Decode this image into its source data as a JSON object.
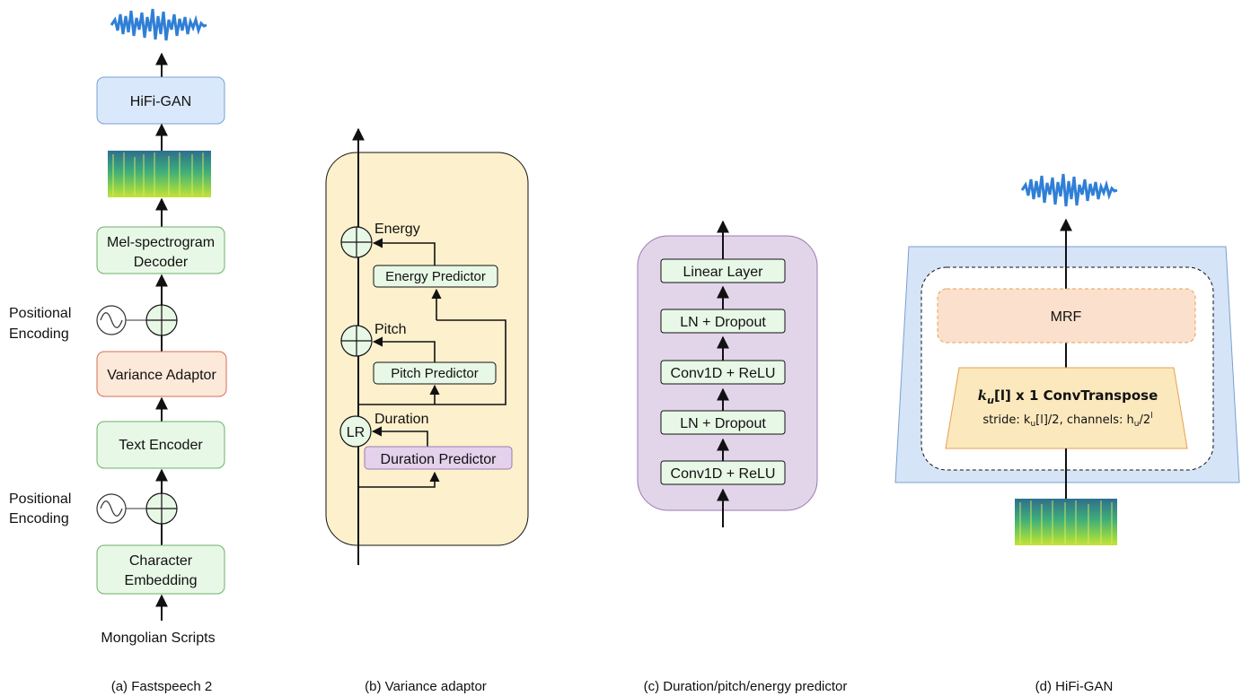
{
  "panel_a": {
    "caption": "(a) Fastspeech 2",
    "hifigan": "HiFi-GAN",
    "mel_decoder_line1": "Mel-spectrogram",
    "mel_decoder_line2": "Decoder",
    "positional_encoding_top_line1": "Positional",
    "positional_encoding_top_line2": "Encoding",
    "variance_adaptor": "Variance Adaptor",
    "text_encoder": "Text Encoder",
    "positional_encoding_bottom_line1": "Positional",
    "positional_encoding_bottom_line2": "Encoding",
    "char_embedding_line1": "Character",
    "char_embedding_line2": "Embedding",
    "input": "Mongolian Scripts"
  },
  "panel_b": {
    "caption": "(b) Variance adaptor",
    "energy_label": "Energy",
    "energy_predictor": "Energy Predictor",
    "pitch_label": "Pitch",
    "pitch_predictor": "Pitch Predictor",
    "lr": "LR",
    "duration_label": "Duration",
    "duration_predictor": "Duration Predictor"
  },
  "panel_c": {
    "caption": "(c)   Duration/pitch/energy  predictor",
    "layers": [
      "Linear Layer",
      "LN + Dropout",
      "Conv1D + ReLU",
      "LN + Dropout",
      "Conv1D + ReLU"
    ]
  },
  "panel_d": {
    "caption": "(d)  HiFi-GAN",
    "mrf": "MRF",
    "convtranspose_title_math": "k",
    "convtranspose_title_sub": "u",
    "convtranspose_title_rest": "[l] x 1  ConvTranspose",
    "convtranspose_detail": "stride: k",
    "convtranspose_detail_sub": "u",
    "convtranspose_detail_rest": "[l]/2, channels: h",
    "convtranspose_detail_sub2": "u",
    "convtranspose_detail_end": "/2",
    "convtranspose_detail_sup": "l"
  },
  "colors": {
    "hifigan_fill": "#dae8fc",
    "green_fill": "#e8f8e6",
    "variance_fill": "#fde9d9",
    "adaptor_bg": "#fdf0cc",
    "predictor_bg": "#e2d5ea",
    "duration_pred_fill": "#e4d1ec",
    "hifigan_bg": "#d6e4f8",
    "mrf_fill": "#fbe0cd",
    "convt_fill": "#fbe8bd",
    "wave": "#2f7fd6"
  }
}
